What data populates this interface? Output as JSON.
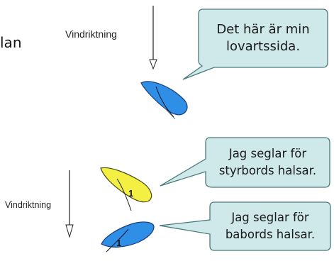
{
  "cut_text": "lan",
  "wind_label_top": "Vindriktning",
  "wind_label_bottom": "Vindriktning",
  "bubble_windward": {
    "line1": "Det här är min",
    "line2": "lovartssida."
  },
  "bubble_starboard": {
    "line1": "Jag seglar för",
    "line2": "styrbords halsar."
  },
  "bubble_port": {
    "line1": "Jag seglar för",
    "line2": "babords halsar."
  },
  "boat_yellow_number": "1",
  "boat_blue_number": "1",
  "colors": {
    "bubble_fill": "#cfe9ea",
    "bubble_stroke": "#4a7a7c",
    "boat_blue": "#2f8fe6",
    "boat_yellow": "#f4f043",
    "hull_stroke": "#1a3c78"
  }
}
